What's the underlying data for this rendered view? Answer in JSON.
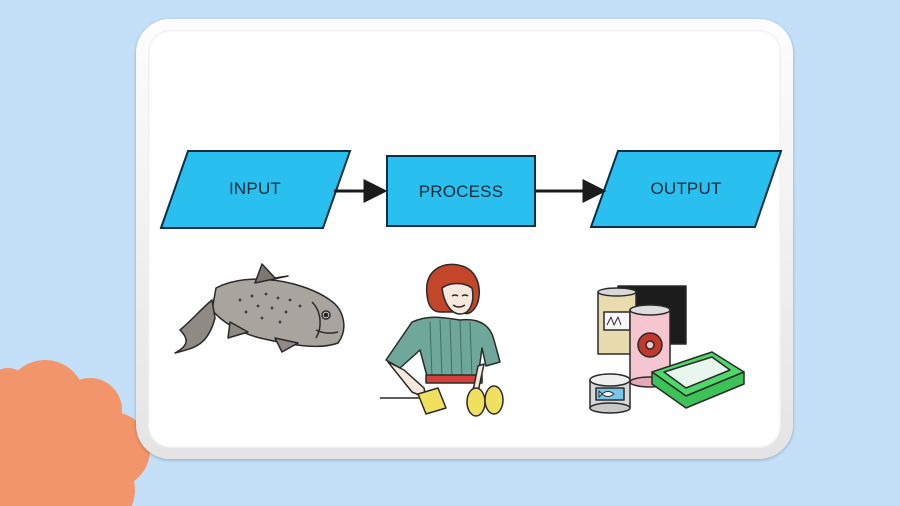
{
  "diagram": {
    "input_label": "INPUT",
    "process_label": "PROCESS",
    "output_label": "OUTPUT"
  },
  "colors": {
    "background": "#c3e0f8",
    "shape_fill": "#29c0f0",
    "shape_stroke": "#0d2f45",
    "arrow": "#1b1b1b",
    "cloud": "#f2956b"
  },
  "illustrations": {
    "input_picture": "fish-illustration",
    "process_picture": "woman-canning-illustration",
    "output_picture": "canned-goods-illustration"
  }
}
